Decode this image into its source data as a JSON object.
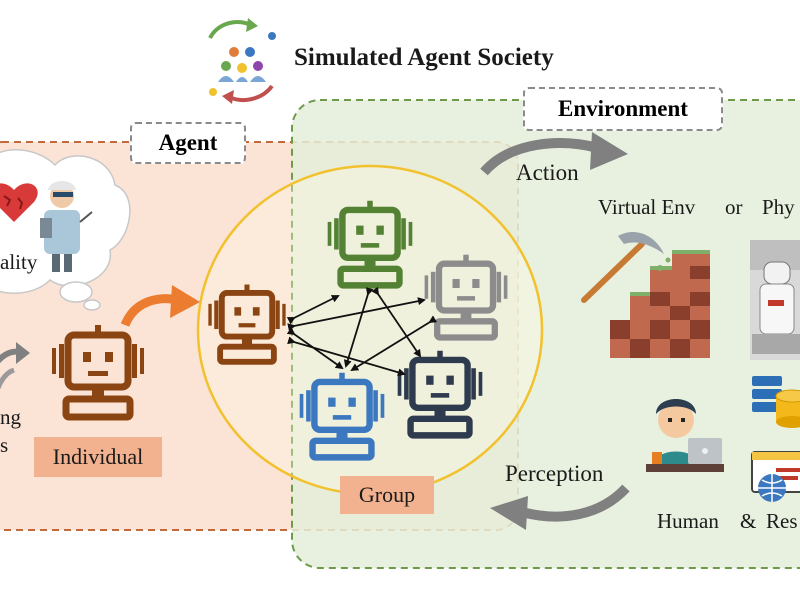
{
  "title": "Simulated Agent Society",
  "agent_box": {
    "label": "Agent"
  },
  "environment_box": {
    "label": "Environment"
  },
  "thought": {
    "text": "ality"
  },
  "left_cut": {
    "line1": "ng",
    "line2": "s"
  },
  "individual": {
    "label": "Individual"
  },
  "group": {
    "label": "Group"
  },
  "action": {
    "label": "Action"
  },
  "perception": {
    "label": "Perception"
  },
  "env_types": {
    "virtual": "Virtual Env",
    "or": "or",
    "physical": "Phy"
  },
  "env_bottom": {
    "human": "Human",
    "amp": "&",
    "res": "Res"
  },
  "colors": {
    "agent_fill": "#fbe3d6",
    "agent_border": "#c46a3a",
    "env_fill": "#e4efd9",
    "env_border": "#6d9b4a",
    "ellipse": "#f2c12e",
    "arrow_gray": "#808080",
    "arrow_orange": "#ec7c30",
    "robot_brown": "#8b4513",
    "robot_green": "#548235",
    "robot_gray": "#8c8c8c",
    "robot_blue": "#3c78c0",
    "robot_navy": "#2e3b4e"
  },
  "icons": [
    "people-cycle-icon",
    "elderly-person-icon",
    "heart-icon",
    "pickaxe-staircase-icon",
    "robot-photo-icon",
    "human-laptop-icon",
    "database-icon",
    "web-globe-icon"
  ]
}
